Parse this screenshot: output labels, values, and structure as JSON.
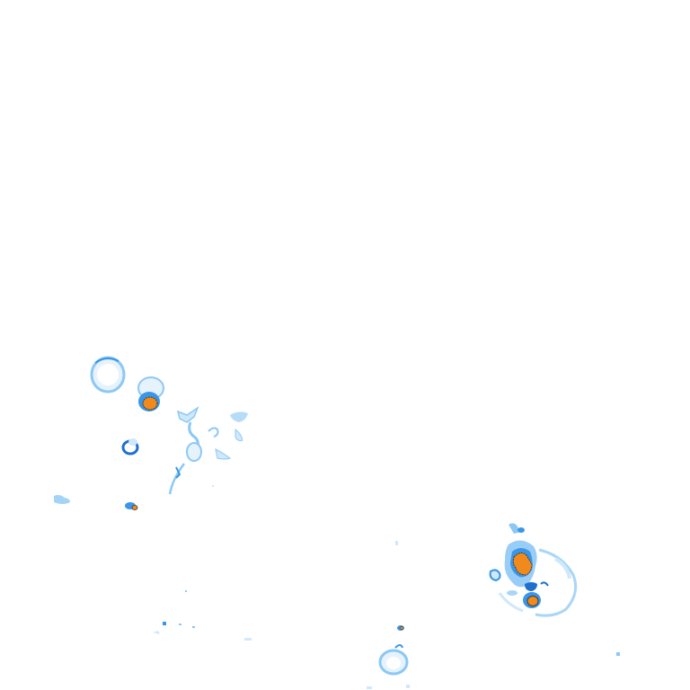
{
  "map": {
    "type": "weather-radar-overlay",
    "background": "#ffffff",
    "intensity_colors": {
      "very_light": "#cfe8fb",
      "light": "#8cc8f5",
      "moderate": "#3a96e6",
      "heavy": "#1f6fd0",
      "outline": "#3b3b3b",
      "intense": "#f08a1c"
    },
    "cells": [
      {
        "id": "ring-nw",
        "kind": "ring",
        "intensity": "light"
      },
      {
        "id": "core-nw",
        "kind": "core",
        "intensity": "intense"
      },
      {
        "id": "ring-w",
        "kind": "ring",
        "intensity": "moderate"
      },
      {
        "id": "core-sw-small",
        "kind": "core",
        "intensity": "intense"
      },
      {
        "id": "band-central-west",
        "kind": "fragments",
        "intensity": "very_light"
      },
      {
        "id": "cluster-se",
        "kind": "core",
        "intensity": "intense"
      },
      {
        "id": "ring-se",
        "kind": "ring",
        "intensity": "light"
      },
      {
        "id": "ring-s",
        "kind": "ring",
        "intensity": "light"
      }
    ]
  }
}
